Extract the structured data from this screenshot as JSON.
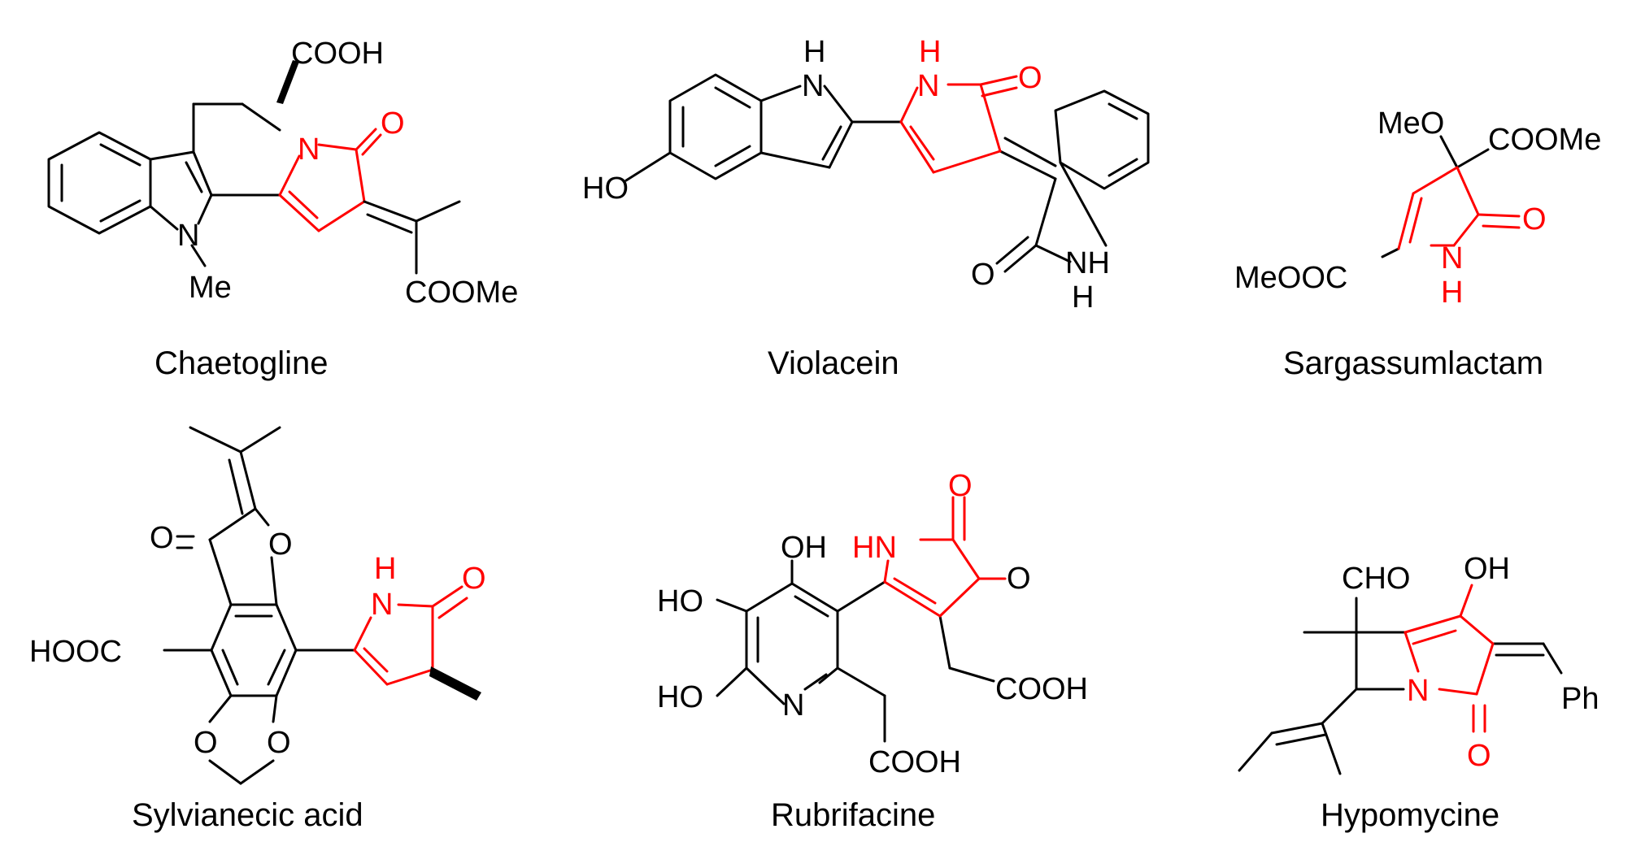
{
  "accent_color": "#ff0000",
  "compounds": [
    {
      "name": "Chaetogline",
      "labels": {
        "cooh": "COOH",
        "o": "O",
        "n_ring": "N",
        "n_me": "N",
        "me": "Me",
        "coome": "COOMe"
      }
    },
    {
      "name": "Violacein",
      "labels": {
        "h1": "H",
        "n1": "N",
        "ho": "HO",
        "hn2": "H",
        "n2": "N",
        "o1": "O",
        "o2": "O",
        "nh3": "NH",
        "h3": "H"
      }
    },
    {
      "name": "Sargassumlactam",
      "labels": {
        "meo": "MeO",
        "coome": "COOMe",
        "o": "O",
        "meooc": "MeOOC",
        "n": "N",
        "h": "H"
      }
    },
    {
      "name": "Sylvianecic acid",
      "labels": {
        "o_keto": "O",
        "o_furan": "O",
        "hooc": "HOOC",
        "o_diox1": "O",
        "o_diox2": "O",
        "h": "H",
        "n": "N",
        "o_lactam": "O"
      }
    },
    {
      "name": "Rubrifacine",
      "labels": {
        "oh": "OH",
        "ho1": "HO",
        "ho2": "HO",
        "n_py": "N",
        "hn": "HN",
        "o1": "O",
        "o2": "O",
        "cooh1": "COOH",
        "cooh2": "COOH"
      }
    },
    {
      "name": "Hypomycine",
      "labels": {
        "cho": "CHO",
        "oh": "OH",
        "n": "N",
        "o": "O",
        "ph": "Ph"
      }
    }
  ]
}
